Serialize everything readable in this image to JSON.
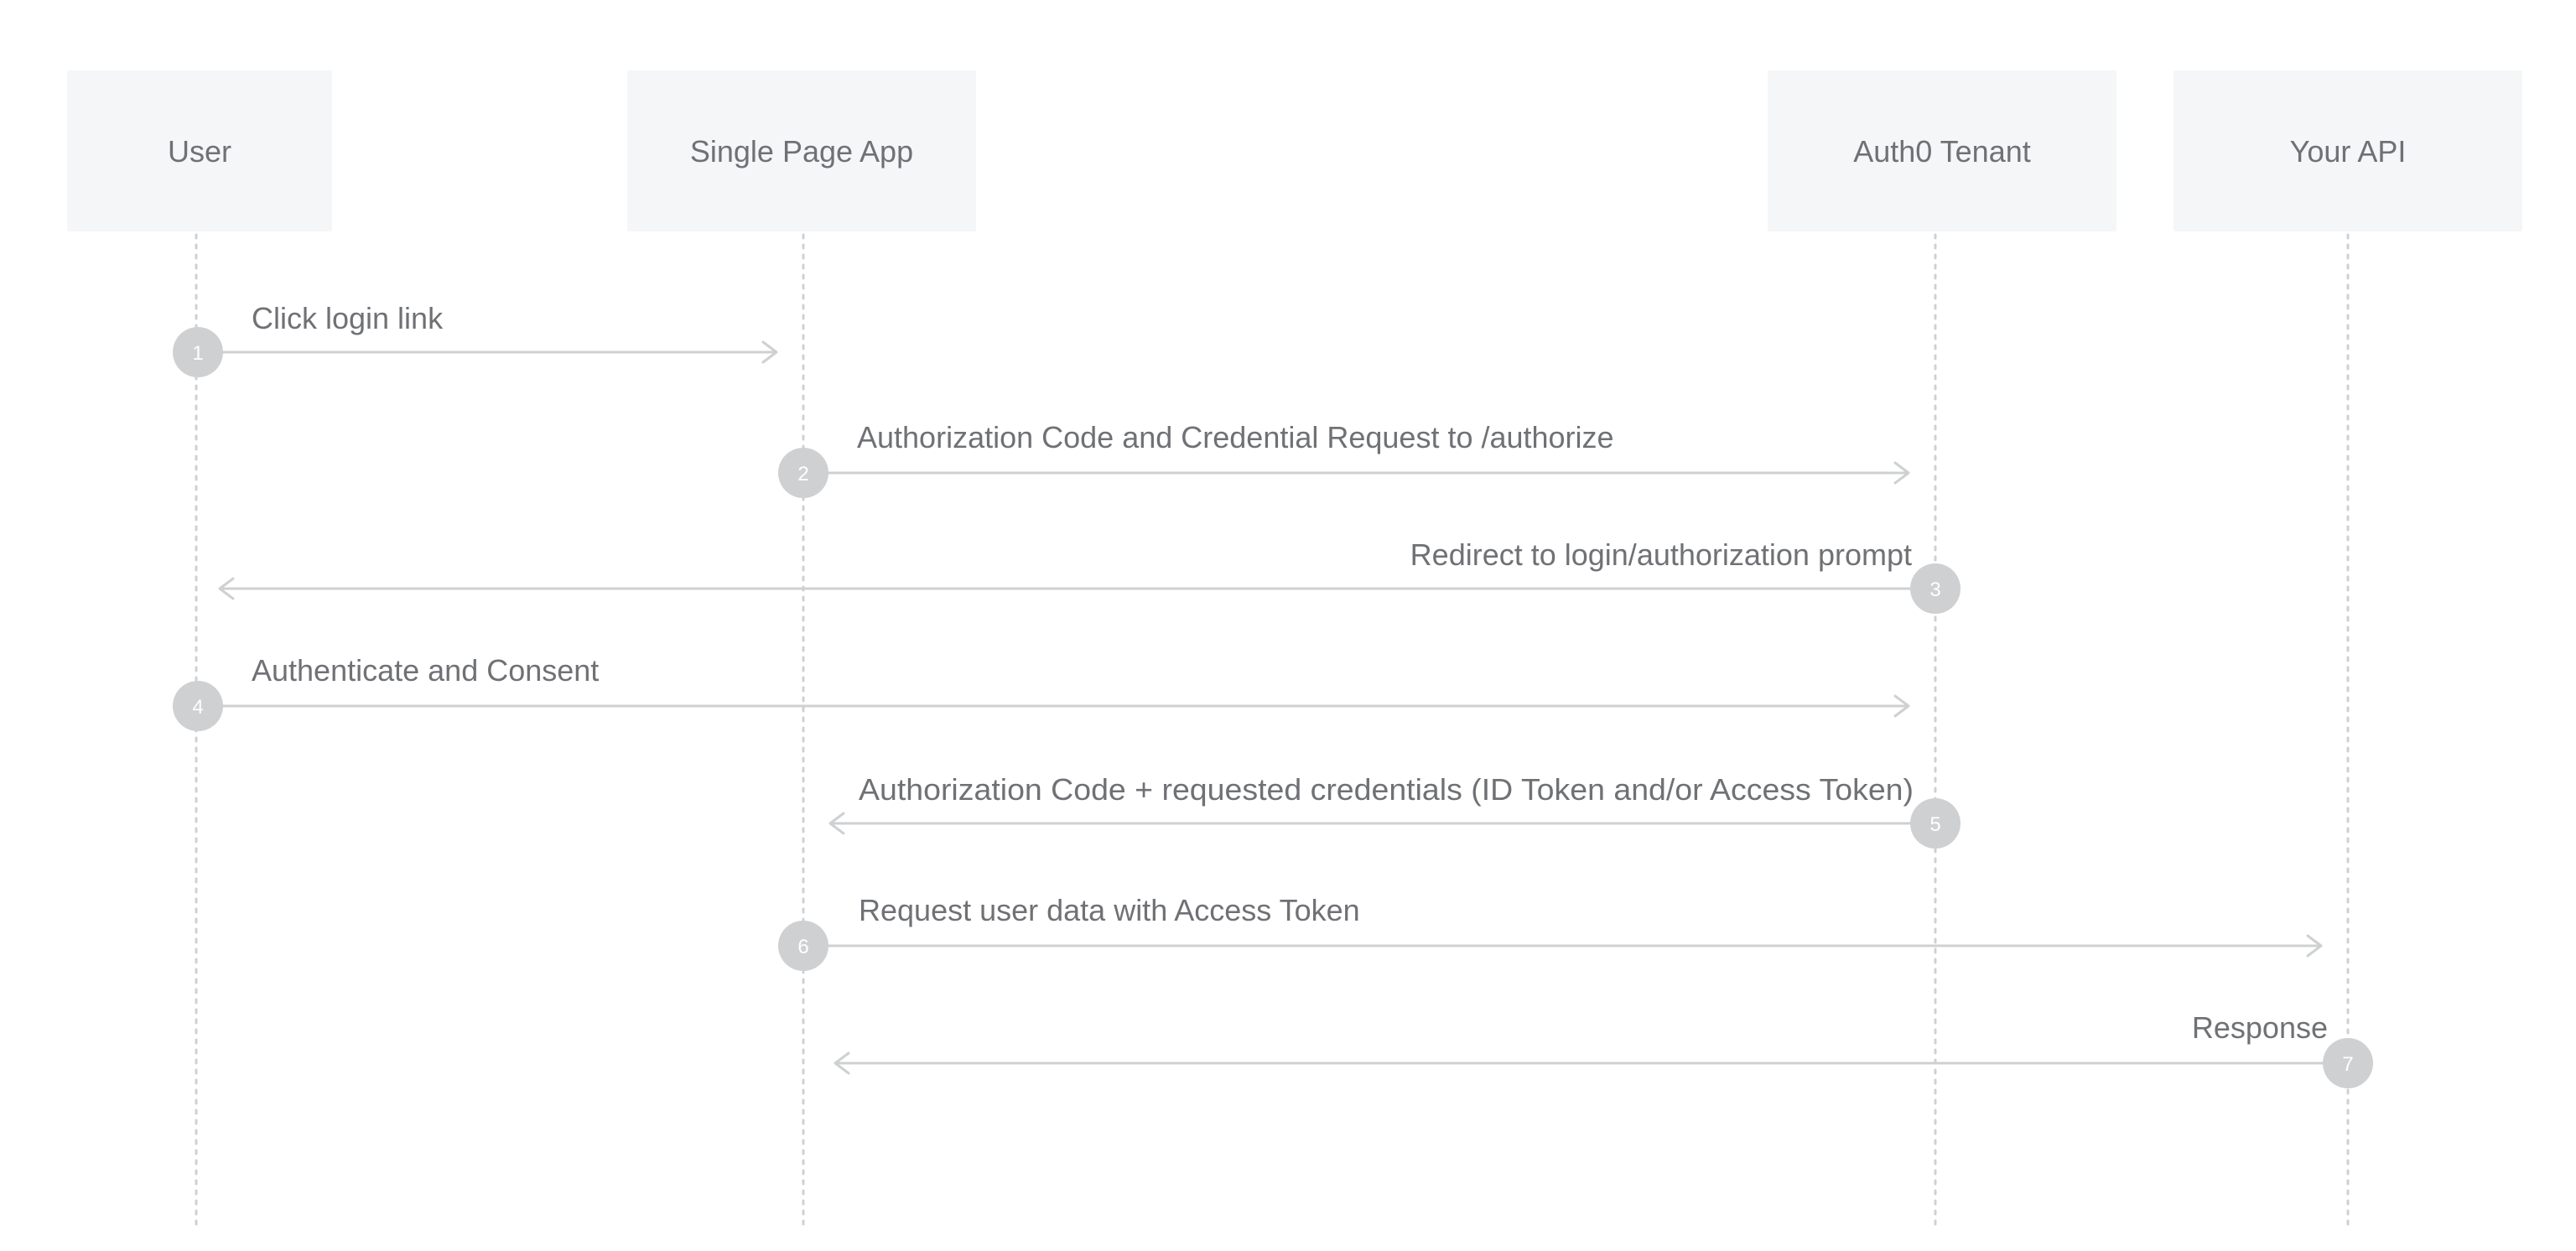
{
  "participants": [
    {
      "id": "user",
      "label": "User"
    },
    {
      "id": "spa",
      "label": "Single Page App"
    },
    {
      "id": "tenant",
      "label": "Auth0 Tenant"
    },
    {
      "id": "api",
      "label": "Your API"
    }
  ],
  "messages": [
    {
      "step": "1",
      "from": "user",
      "to": "spa",
      "label": "Click login link"
    },
    {
      "step": "2",
      "from": "spa",
      "to": "tenant",
      "label": "Authorization Code and Credential Request to /authorize"
    },
    {
      "step": "3",
      "from": "tenant",
      "to": "user",
      "label": "Redirect to login/authorization prompt"
    },
    {
      "step": "4",
      "from": "user",
      "to": "tenant",
      "label": "Authenticate and Consent"
    },
    {
      "step": "5",
      "from": "tenant",
      "to": "spa",
      "label": "Authorization Code + requested credentials (ID Token and/or Access Token)"
    },
    {
      "step": "6",
      "from": "spa",
      "to": "api",
      "label": "Request user data with Access Token"
    },
    {
      "step": "7",
      "from": "api",
      "to": "spa",
      "label": "Response"
    }
  ],
  "colors": {
    "box_fill": "#f5f6f7",
    "line": "#cfd0d2",
    "text": "#6f7175"
  }
}
